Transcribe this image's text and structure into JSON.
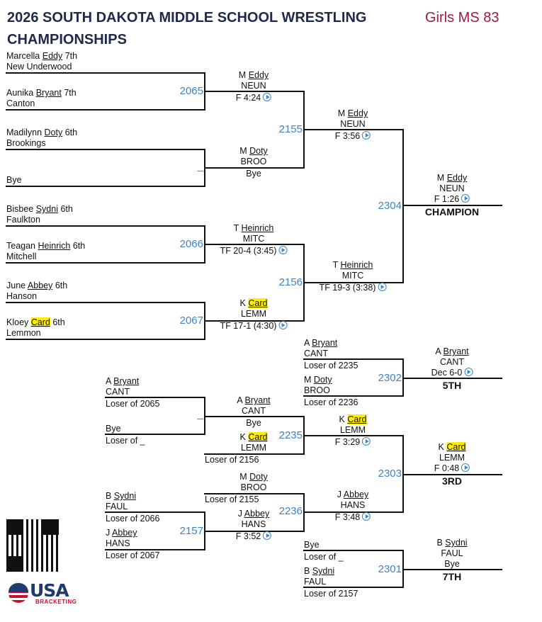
{
  "header": {
    "title_line1": "2026 SOUTH DAKOTA MIDDLE SCHOOL WRESTLING",
    "title_line2": "CHAMPIONSHIPS",
    "division": "Girls MS 83"
  },
  "r1": [
    {
      "first": "Marcella",
      "last": "Eddy",
      "grade": "7th",
      "team": "New Underwood"
    },
    {
      "first": "Aunika",
      "last": "Bryant",
      "grade": "7th",
      "team": "Canton"
    },
    {
      "first": "Madilynn",
      "last": "Doty",
      "grade": "6th",
      "team": "Brookings"
    },
    {
      "first": "Bye",
      "last": "",
      "grade": "",
      "team": ""
    },
    {
      "first": "Bisbee",
      "last": "Sydni",
      "grade": "6th",
      "team": "Faulkton"
    },
    {
      "first": "Teagan",
      "last": "Heinrich",
      "grade": "6th",
      "team": "Mitchell"
    },
    {
      "first": "June",
      "last": "Abbey",
      "grade": "6th",
      "team": "Hanson"
    },
    {
      "first": "Kloey",
      "last": "Card",
      "grade": "6th",
      "team": "Lemmon"
    }
  ],
  "bouts": {
    "b2065": "2065",
    "b2155": "2155",
    "b_dash1": "_",
    "b2066": "2066",
    "b2156": "2156",
    "b2067": "2067",
    "b2304": "2304",
    "b2302": "2302",
    "b_dash2": "_",
    "b2235": "2235",
    "b2303": "2303",
    "b2236": "2236",
    "b2157": "2157",
    "b2301": "2301"
  },
  "w": {
    "r2_1": {
      "init": "M",
      "last": "Eddy",
      "team": "NEUN",
      "res": "F 4:24"
    },
    "r2_2": {
      "init": "M",
      "last": "Doty",
      "team": "BROO",
      "res": "Bye"
    },
    "r2_3": {
      "init": "T",
      "last": "Heinrich",
      "team": "MITC",
      "res": "TF 20-4 (3:45)"
    },
    "r2_4": {
      "init": "K",
      "last": "Card",
      "team": "LEMM",
      "res": "TF 17-1 (4:30)"
    },
    "sf_1": {
      "init": "M",
      "last": "Eddy",
      "team": "NEUN",
      "res": "F 3:56"
    },
    "sf_2": {
      "init": "T",
      "last": "Heinrich",
      "team": "MITC",
      "res": "TF 19-3 (3:38)"
    },
    "champ": {
      "init": "M",
      "last": "Eddy",
      "team": "NEUN",
      "res": "F 1:26",
      "place": "CHAMPION"
    },
    "w5": {
      "init": "A",
      "last": "Bryant",
      "team": "CANT",
      "res": "Dec 6-0",
      "place": "5TH"
    },
    "w3": {
      "init": "K",
      "last": "Card",
      "team": "LEMM",
      "res": "F 0:48",
      "place": "3RD"
    },
    "w7": {
      "init": "B",
      "last": "Sydni",
      "team": "FAUL",
      "res": "Bye",
      "place": "7TH"
    }
  },
  "cons": {
    "p5_top": {
      "init": "A",
      "last": "Bryant",
      "team": "CANT",
      "src": "Loser of 2235"
    },
    "p5_bot": {
      "init": "M",
      "last": "Doty",
      "team": "BROO",
      "src": "Loser of 2236"
    },
    "c1_top": {
      "init": "A",
      "last": "Bryant",
      "team": "CANT",
      "src": "Loser of 2065"
    },
    "c1_bot": {
      "name": "Bye",
      "src": "Loser of _"
    },
    "c1_w": {
      "init": "A",
      "last": "Bryant",
      "team": "CANT",
      "res": "Bye"
    },
    "c2_bot": {
      "init": "K",
      "last": "Card",
      "team": "LEMM",
      "src": "Loser of 2156"
    },
    "c3_top": {
      "init": "K",
      "last": "Card",
      "team": "LEMM",
      "res": "F 3:29"
    },
    "c4_top": {
      "init": "M",
      "last": "Doty",
      "team": "BROO",
      "src": "Loser of 2155"
    },
    "c4_bot": {
      "init": "J",
      "last": "Abbey",
      "team": "HANS",
      "res": "F 3:52"
    },
    "c3_bot": {
      "init": "J",
      "last": "Abbey",
      "team": "HANS",
      "res": "F 3:48"
    },
    "c5_top": {
      "init": "B",
      "last": "Sydni",
      "team": "FAUL",
      "src": "Loser of 2066"
    },
    "c5_bot": {
      "init": "J",
      "last": "Abbey",
      "team": "HANS",
      "src": "Loser of 2067"
    },
    "p7_top": {
      "name": "Bye",
      "src": "Loser of _"
    },
    "p7_bot": {
      "init": "B",
      "last": "Sydni",
      "team": "FAUL",
      "src": "Loser of 2157"
    }
  },
  "branding": {
    "logo_text": "USA",
    "logo_sub": "BRACKETING",
    "accent": "#3d84c6",
    "title_color": "#1e2a4a",
    "division_color": "#a01c3a",
    "highlight": "#ffee00"
  }
}
